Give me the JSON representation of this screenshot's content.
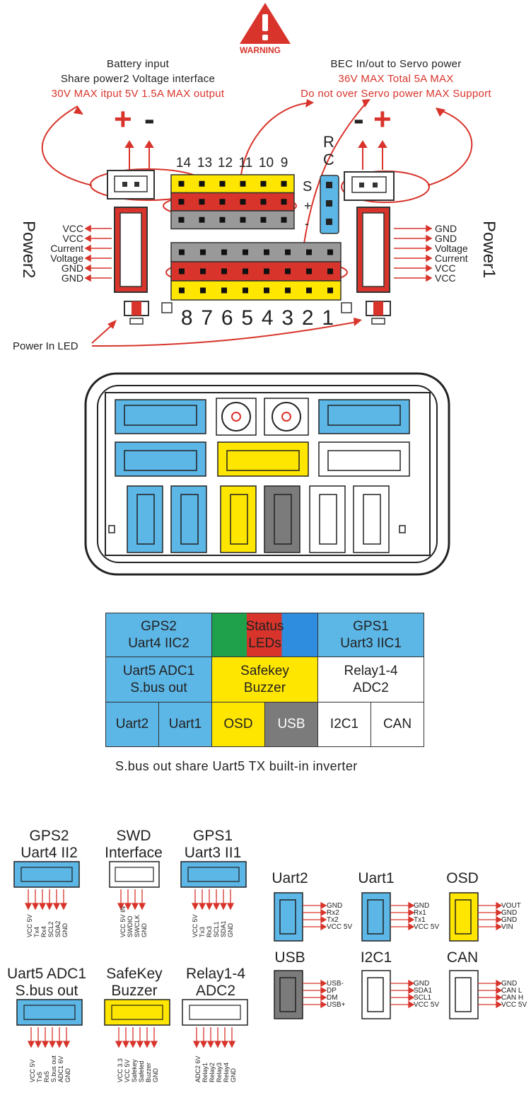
{
  "warning": {
    "label": "WARNING"
  },
  "top": {
    "battery": {
      "line1": "Battery  input",
      "line2": "Share power2 Voltage interface",
      "line3": "30V MAX itput 5V 1.5A MAX output"
    },
    "bec": {
      "line1": "BEC In/out to Servo power",
      "line2": "36V MAX Total 5A MAX",
      "line3": "Do not over Servo power MAX Support"
    },
    "plus": "+",
    "minus": "-",
    "rc": [
      "R",
      "C"
    ],
    "s_label": "S",
    "plus_label": "+",
    "minus_label": "-",
    "top_pins": [
      "14",
      "13",
      "12",
      "11",
      "10",
      "9"
    ],
    "bottom_pins": [
      "8",
      "7",
      "6",
      "5",
      "4",
      "3",
      "2",
      "1"
    ],
    "power2": {
      "title": "Power2",
      "pins": [
        "VCC",
        "VCC",
        "Current",
        "Voltage",
        "GND",
        "GND"
      ]
    },
    "power1": {
      "title": "Power1",
      "pins": [
        "GND",
        "GND",
        "Voltage",
        "Current",
        "VCC",
        "VCC"
      ]
    },
    "led_label": "Power In LED"
  },
  "map": {
    "rows": [
      [
        {
          "text": "GPS2\nUart4 IIC2",
          "color": "blue"
        },
        {
          "text": "Status\nLEDs",
          "color": "leds"
        },
        {
          "text": "GPS1\nUart3 IIC1",
          "color": "blue"
        }
      ],
      [
        {
          "text": "Uart5 ADC1\nS.bus out",
          "color": "blue"
        },
        {
          "text": "Safekey\nBuzzer",
          "color": "yellow"
        },
        {
          "text": "Relay1-4\nADC2",
          "color": "white"
        }
      ],
      [
        {
          "text": "Uart2",
          "color": "blue"
        },
        {
          "text": "Uart1",
          "color": "blue"
        },
        {
          "text": "OSD",
          "color": "yellow"
        },
        {
          "text": "USB",
          "color": "gray"
        },
        {
          "text": "I2C1",
          "color": "white"
        },
        {
          "text": "CAN",
          "color": "white"
        }
      ]
    ],
    "note": "S.bus out share Uart5 TX built-in inverter"
  },
  "pinouts": {
    "gps2": {
      "title": "GPS2\nUart4 II2",
      "pins": [
        "GND",
        "SDA2",
        "SCL2",
        "Rx4",
        "Tx4",
        "VCC 5V"
      ]
    },
    "swd": {
      "title": "SWD\nInterface",
      "pins": [
        "GND",
        "SWCLK",
        "SWDIO",
        "VCC 5V IN"
      ]
    },
    "gps1": {
      "title": "GPS1\nUart3 II1",
      "pins": [
        "GND",
        "SDA1",
        "SCL1",
        "Rx3",
        "Tx3",
        "VCC 5V"
      ]
    },
    "uart5": {
      "title": "Uart5 ADC1\nS.bus out",
      "pins": [
        "GND",
        "ADC1 6V",
        "S.bus out",
        "Rx5",
        "Tx5",
        "VCC 5V"
      ]
    },
    "safekey": {
      "title": "SafeKey\nBuzzer",
      "pins": [
        "GND",
        "Buzzer",
        "Safeled",
        "Safekey",
        "VCC 5V",
        "VCC 3.3"
      ]
    },
    "relay": {
      "title": "Relay1-4\nADC2",
      "pins": [
        "GND",
        "Relay4",
        "Relay3",
        "Relay2",
        "Relay1",
        "ADC2 6V"
      ]
    },
    "uart2": {
      "title": "Uart2",
      "pins": [
        "GND",
        "Rx2",
        "Tx2",
        "VCC 5V"
      ]
    },
    "uart1": {
      "title": "Uart1",
      "pins": [
        "GND",
        "Rx1",
        "Tx1",
        "VCC 5V"
      ]
    },
    "osd": {
      "title": "OSD",
      "pins": [
        "VOUT",
        "GND",
        "GND",
        "VIN"
      ]
    },
    "usb": {
      "title": "USB",
      "pins": [
        "USB-",
        "DP",
        "DM",
        "USB+"
      ]
    },
    "i2c1": {
      "title": "I2C1",
      "pins": [
        "GND",
        "SDA1",
        "SCL1",
        "VCC 5V"
      ]
    },
    "can": {
      "title": "CAN",
      "pins": [
        "GND",
        "CAN L",
        "CAN H",
        "VCC 5V"
      ]
    }
  },
  "colors": {
    "red": "#d8342b",
    "blue": "#5cb6e6",
    "yellow": "#ffe600",
    "gray": "#7b7b7b",
    "green": "#1fa04a"
  }
}
